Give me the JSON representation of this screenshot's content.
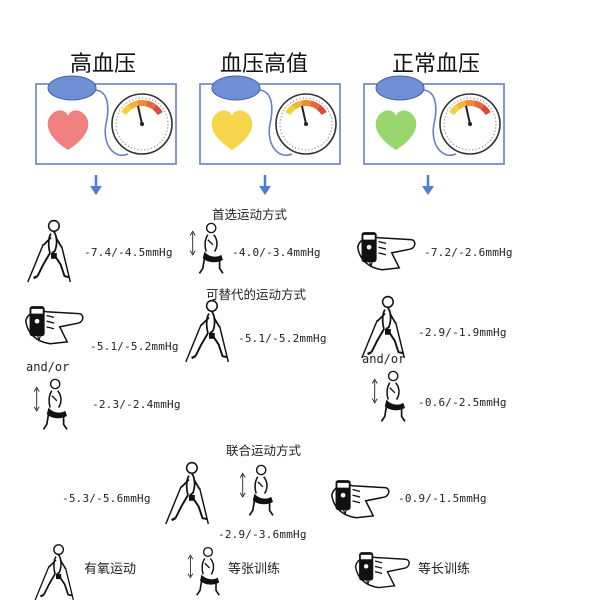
{
  "panels": [
    {
      "title": "高血压",
      "heart_color": "#f07f7f"
    },
    {
      "title": "血压高值",
      "heart_color": "#f7d54a"
    },
    {
      "title": "正常血压",
      "heart_color": "#98d66e"
    }
  ],
  "colors": {
    "cuff": "#6f8fd6",
    "frame": "#6b7fc4",
    "arrow": "#4d7fcf"
  },
  "sections": {
    "preferred": "首选运动方式",
    "alternative": "可替代的运动方式",
    "combined": "联合运动方式"
  },
  "preferred": {
    "hypertension": "-7.4/-4.5mmHg",
    "high_normal": "-4.0/-3.4mmHg",
    "normal": "-7.2/-2.6mmHg"
  },
  "alternative": {
    "hyp_isometric": "-5.1/-5.2mmHg",
    "high_normal_aerobic": "-5.1/-5.2mmHg",
    "normal_aerobic": "-2.9/-1.9mmHg",
    "andor_left": "and/or",
    "andor_right": "and/or",
    "hyp_dynamic": "-2.3/-2.4mmHg",
    "normal_dynamic": "-0.6/-2.5mmHg"
  },
  "combined": {
    "aerobic": "-5.3/-5.6mmHg",
    "dynamic": "-2.9/-3.6mmHg",
    "isometric": "-0.9/-1.5mmHg"
  },
  "legend": {
    "aerobic": "有氧运动",
    "dynamic": "等张训练",
    "isometric": "等长训练"
  },
  "icons": {
    "aerobic": "nordic-walking-icon",
    "dynamic": "squat-icon",
    "isometric": "handgrip-icon"
  }
}
